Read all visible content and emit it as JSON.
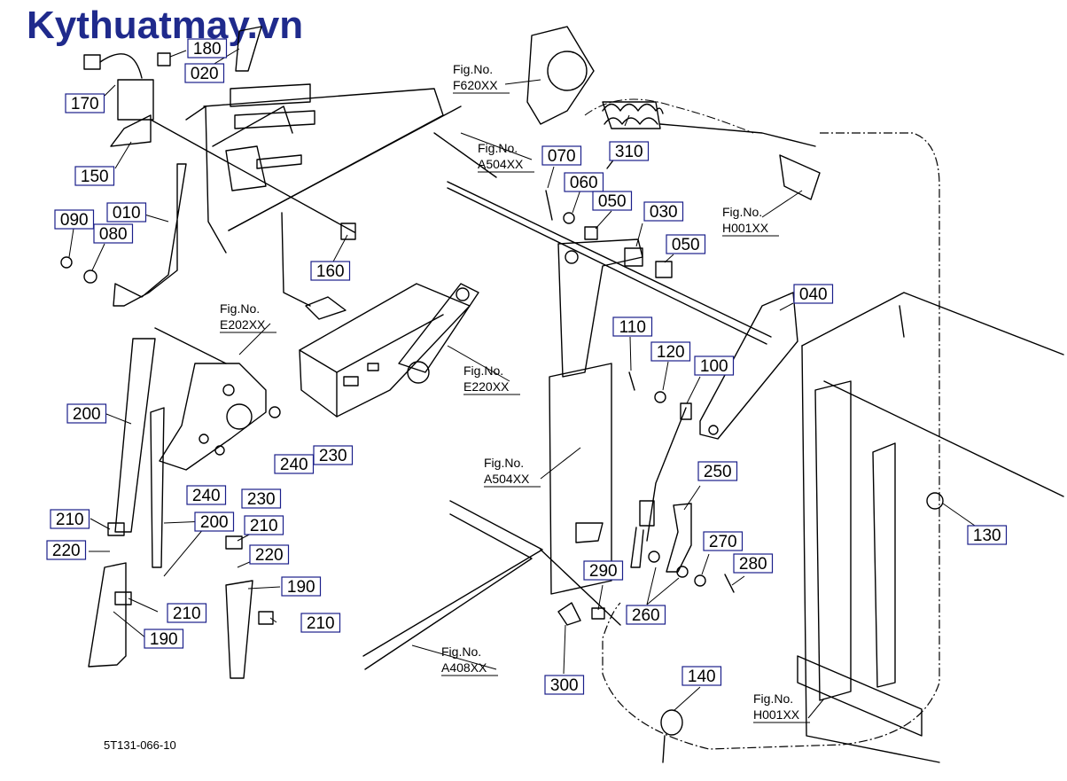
{
  "watermark": "Kythuatmay.vn",
  "drawing_code": "5T131-066-10",
  "colors": {
    "line": "#000000",
    "label_border": "#1a1f8a",
    "watermark": "#1f2a8c"
  },
  "part_labels": [
    "170",
    "180",
    "020",
    "150",
    "010",
    "090",
    "080",
    "160",
    "200",
    "240",
    "230",
    "240",
    "230",
    "210",
    "220",
    "200",
    "210",
    "220",
    "190",
    "210",
    "190",
    "210",
    "070",
    "060",
    "050",
    "030",
    "050",
    "310",
    "040",
    "110",
    "120",
    "100",
    "250",
    "270",
    "280",
    "260",
    "290",
    "300",
    "140",
    "130"
  ],
  "fig_refs": [
    {
      "line1": "Fig.No.",
      "line2": "F620XX"
    },
    {
      "line1": "Fig.No.",
      "line2": "A504XX"
    },
    {
      "line1": "Fig.No.",
      "line2": "H001XX"
    },
    {
      "line1": "Fig.No.",
      "line2": "E202XX"
    },
    {
      "line1": "Fig.No.",
      "line2": "E220XX"
    },
    {
      "line1": "Fig.No.",
      "line2": "A504XX"
    },
    {
      "line1": "Fig.No.",
      "line2": "A408XX"
    },
    {
      "line1": "Fig.No.",
      "line2": "H001XX"
    }
  ]
}
